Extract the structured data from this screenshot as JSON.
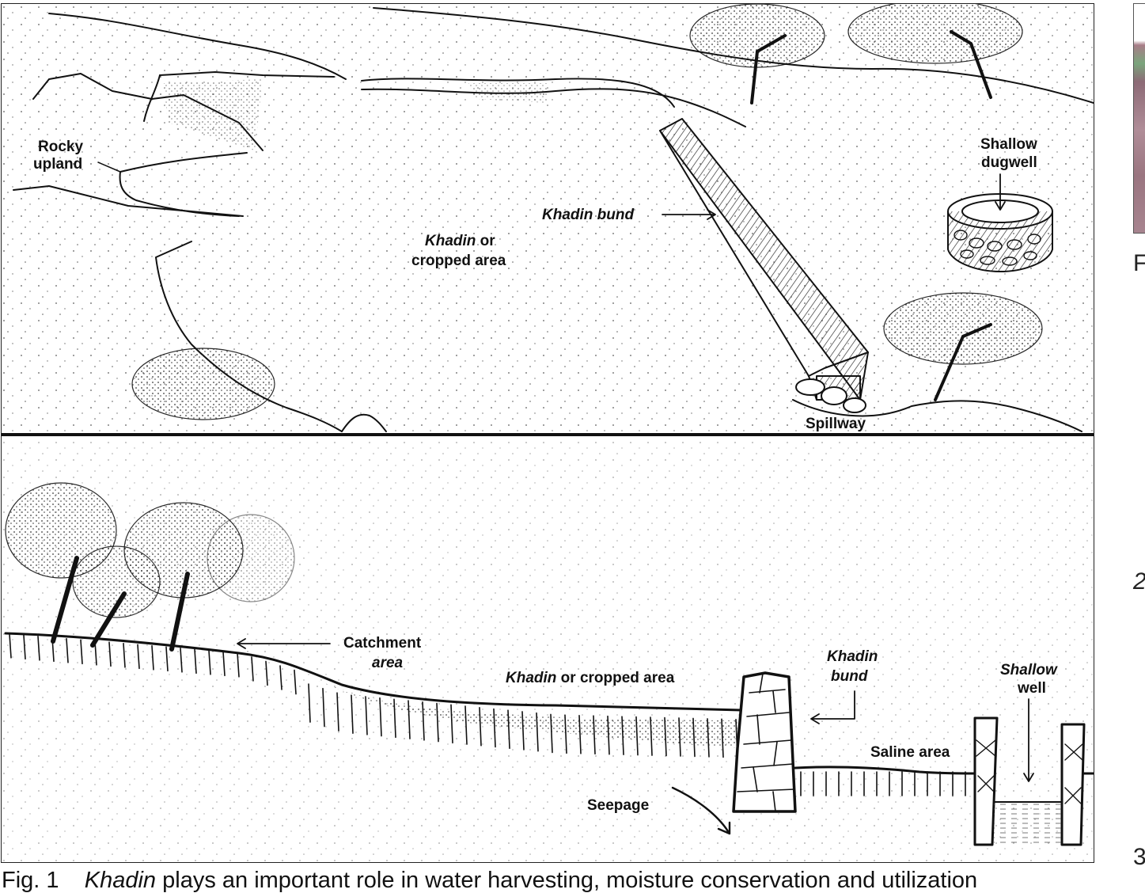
{
  "top_diagram": {
    "labels": {
      "rocky_upland_1": "Rocky",
      "rocky_upland_2": "upland",
      "khadin_area_1": "Khadin",
      "khadin_area_1b": " or",
      "khadin_area_2": "cropped area",
      "khadin_bund": "Khadin bund",
      "shallow_dugwell_1": "Shallow",
      "shallow_dugwell_2": "dugwell",
      "spillway": "Spillway"
    }
  },
  "bottom_diagram": {
    "labels": {
      "catchment_1": "Catchment",
      "catchment_2": "area",
      "khadin_cropped_italic": "Khadin",
      "khadin_cropped_rest": " or cropped area",
      "khadin_bund_1": "Khadin",
      "khadin_bund_2": "bund",
      "shallow_well_1": "Shallow",
      "shallow_well_2": "well",
      "saline_area": "Saline area",
      "seepage": "Seepage"
    }
  },
  "side_column": {
    "letter_f": "F",
    "number_2": "2",
    "number_3": "3"
  },
  "caption": {
    "prefix": "Fig. 1",
    "italic": "Khadin",
    "rest": " plays an important role in water harvesting, moisture conservation and utilization"
  },
  "colors": {
    "ink": "#111111",
    "paper": "#ffffff"
  }
}
